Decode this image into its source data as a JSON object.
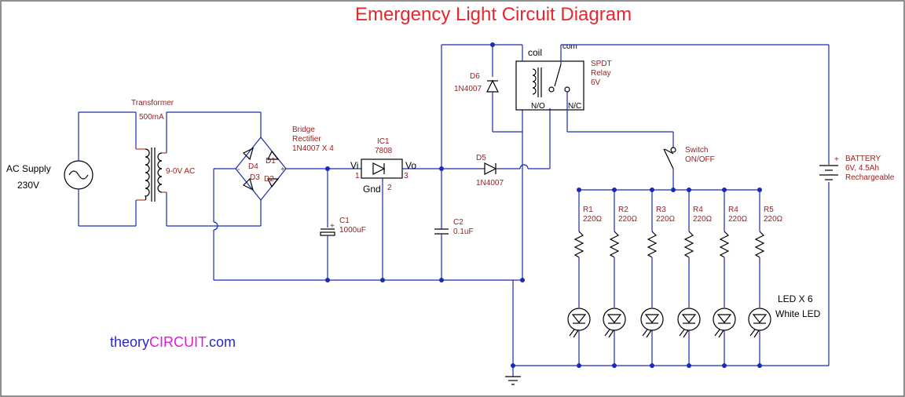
{
  "title": "Emergency Light Circuit Diagram",
  "ac_supply": {
    "line1": "AC Supply",
    "line2": "230V"
  },
  "transformer": {
    "name": "Transformer",
    "rating": "500mA",
    "output": "9-0V AC"
  },
  "bridge": {
    "line1": "Bridge",
    "line2": "Rectifier",
    "line3": "1N4007 X 4",
    "d1": "D1",
    "d2": "D2",
    "d3": "D3",
    "d4": "D4",
    "minus": "-",
    "plus": "+"
  },
  "ic1": {
    "name": "IC1",
    "part": "7808",
    "vi": "Vi",
    "vo": "Vo",
    "gnd": "Gnd",
    "pin1": "1",
    "pin2": "2",
    "pin3": "3"
  },
  "c1": {
    "name": "C1",
    "value": "1000uF"
  },
  "c2": {
    "name": "C2",
    "value": "0.1uF"
  },
  "d5": {
    "name": "D5",
    "part": "1N4007"
  },
  "d6": {
    "name": "D6",
    "part": "1N4007"
  },
  "relay": {
    "coil": "coil",
    "com": "com",
    "no": "N/O",
    "nc": "N/C",
    "line1": "SPDT",
    "line2": "Relay",
    "line3": "6V"
  },
  "switch": {
    "line1": "Switch",
    "line2": "ON/OFF"
  },
  "battery": {
    "line1": "BATTERY",
    "line2": "6V, 4.5Ah",
    "line3": "Rechargeable",
    "plus": "+"
  },
  "resistors": [
    {
      "name": "R1",
      "value": "220Ω"
    },
    {
      "name": "R2",
      "value": "220Ω"
    },
    {
      "name": "R3",
      "value": "220Ω"
    },
    {
      "name": "R4",
      "value": "220Ω"
    },
    {
      "name": "R4",
      "value": "220Ω"
    },
    {
      "name": "R5",
      "value": "220Ω"
    }
  ],
  "leds": {
    "line1": "LED X 6",
    "line2": "White LED"
  },
  "brand": {
    "part1": "theory",
    "part2": "CIRCUIT",
    "part3": ".com"
  },
  "colors": {
    "wire": "#1a2bb0",
    "title": "#e8262d",
    "label": "#9b1b1b",
    "brand_dark": "#2a2ac0",
    "brand_accent": "#e21bd6"
  }
}
